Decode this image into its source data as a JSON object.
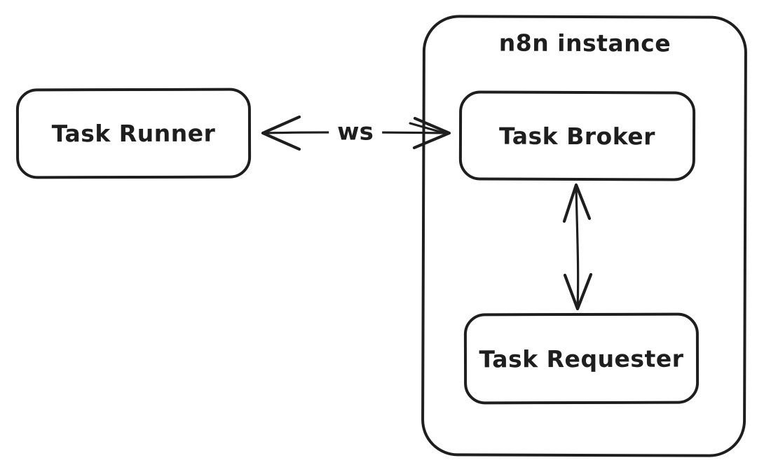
{
  "diagram_type": "architecture-sketch",
  "colors": {
    "stroke": "#1e1e1e",
    "background": "#ffffff"
  },
  "nodes": {
    "task_runner": {
      "label": "Task Runner"
    },
    "n8n_instance": {
      "label": "n8n instance",
      "is_container": true
    },
    "task_broker": {
      "label": "Task Broker",
      "parent": "n8n instance"
    },
    "task_requester": {
      "label": "Task Requester",
      "parent": "n8n instance"
    }
  },
  "edges": {
    "runner_broker": {
      "from": "Task Runner",
      "to": "Task Broker",
      "label": "ws",
      "direction": "bidirectional"
    },
    "broker_requester": {
      "from": "Task Broker",
      "to": "Task Requester",
      "label": "",
      "direction": "bidirectional"
    }
  }
}
